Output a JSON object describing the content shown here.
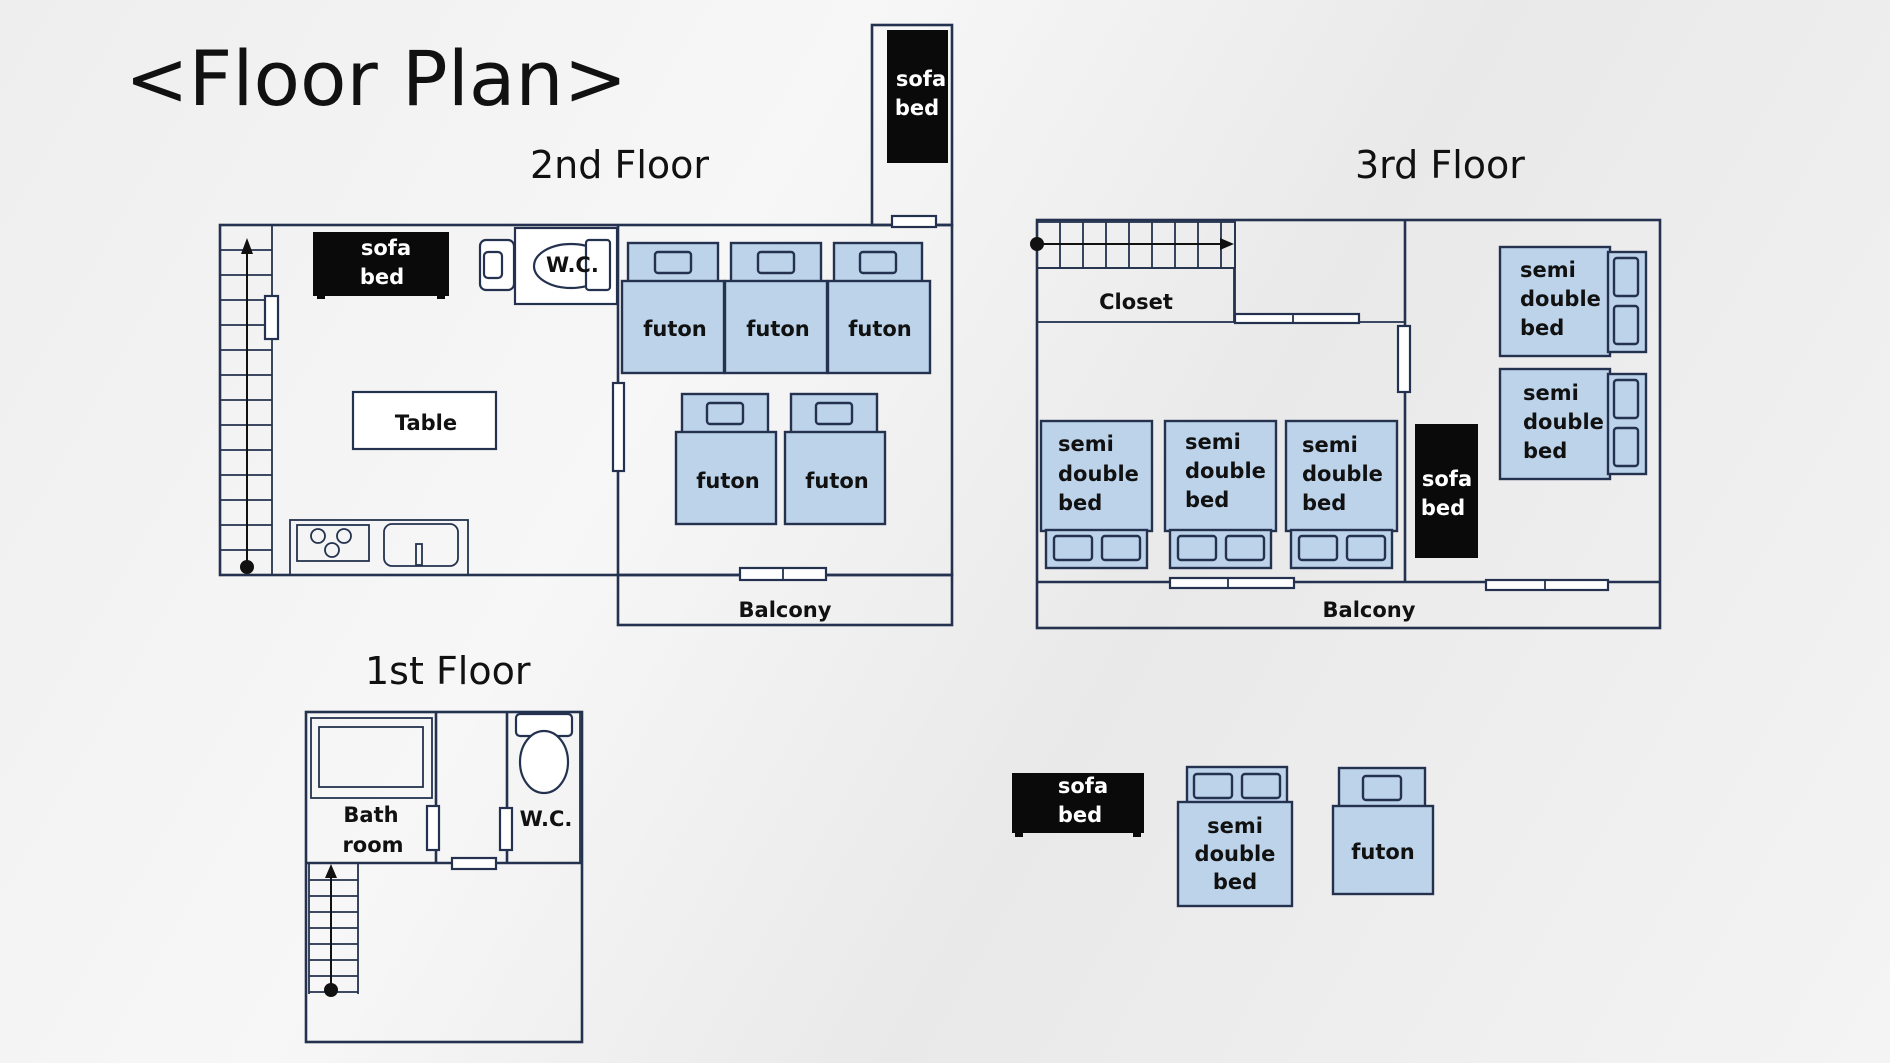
{
  "title": "<Floor Plan>",
  "floors": {
    "second": {
      "heading": "2nd Floor",
      "sofa_bed_left": [
        "sofa",
        "bed"
      ],
      "sofa_bed_top": [
        "sofa",
        "bed"
      ],
      "wc": "W.C.",
      "table": "Table",
      "futon": "futon",
      "balcony": "Balcony"
    },
    "third": {
      "heading": "3rd Floor",
      "closet": "Closet",
      "semi_double_bed": [
        "semi",
        "double",
        "bed"
      ],
      "sofa_bed": [
        "sofa",
        "bed"
      ],
      "balcony": "Balcony"
    },
    "first": {
      "heading": "1st Floor",
      "bathroom": [
        "Bath",
        "room"
      ],
      "wc": "W.C."
    }
  },
  "legend": {
    "sofa_bed": [
      "sofa",
      "bed"
    ],
    "semi_double_bed": [
      "semi",
      "double",
      "bed"
    ],
    "futon": "futon"
  },
  "colors": {
    "wall": "#24324f",
    "bed_fill": "#bcd3ea",
    "sofa_fill": "#0a0a0a"
  }
}
